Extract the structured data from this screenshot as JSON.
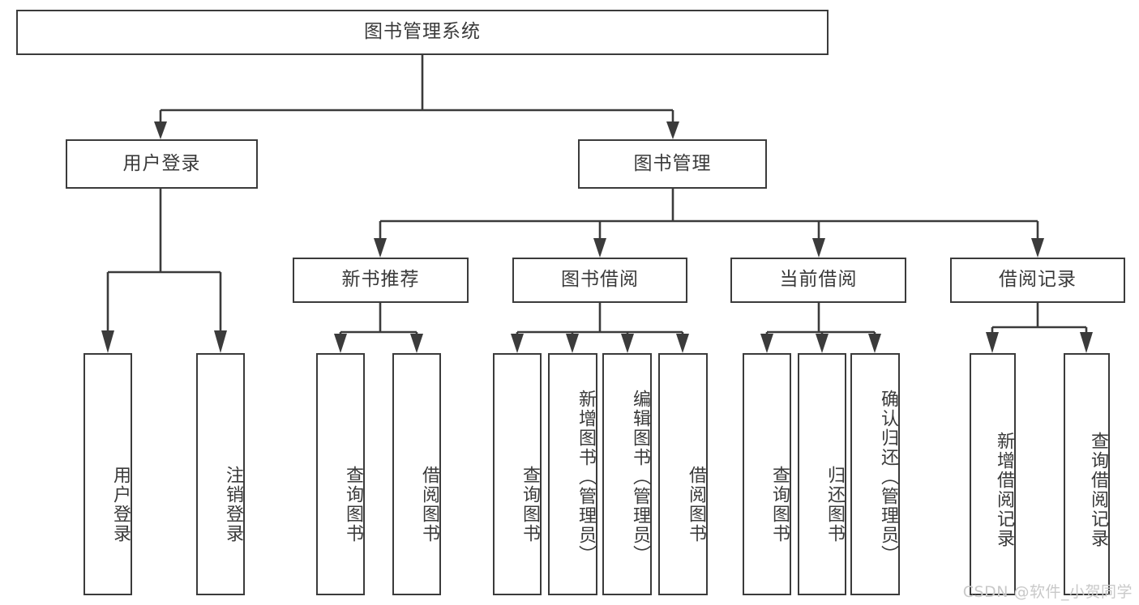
{
  "diagram": {
    "title": "图书管理系统",
    "kind": "tree-diagram",
    "watermark": "CSDN @软件_小贺同学",
    "colors": {
      "stroke": "#3b3b3b",
      "box_fill": "#ffffff",
      "text": "#3a3a3a",
      "background": "#ffffff",
      "watermark": "#c9c9c9"
    },
    "root": {
      "label": "图书管理系统"
    },
    "level1": [
      {
        "label": "用户登录"
      },
      {
        "label": "图书管理"
      }
    ],
    "level2": [
      {
        "label": "新书推荐"
      },
      {
        "label": "图书借阅"
      },
      {
        "label": "当前借阅"
      },
      {
        "label": "借阅记录"
      }
    ],
    "leaves": {
      "user_login": [
        {
          "label": "用户登录"
        },
        {
          "label": "注销登录"
        }
      ],
      "new_book_recommend": [
        {
          "label": "查询图书"
        },
        {
          "label": "借阅图书"
        }
      ],
      "book_borrow": [
        {
          "label": "查询图书"
        },
        {
          "label": "新增图书（管理员）"
        },
        {
          "label": "编辑图书（管理员）"
        },
        {
          "label": "借阅图书"
        }
      ],
      "current_borrow": [
        {
          "label": "查询图书"
        },
        {
          "label": "归还图书"
        },
        {
          "label": "确认归还（管理员）"
        }
      ],
      "borrow_records": [
        {
          "label": "新增借阅记录"
        },
        {
          "label": "查询借阅记录"
        }
      ]
    }
  }
}
